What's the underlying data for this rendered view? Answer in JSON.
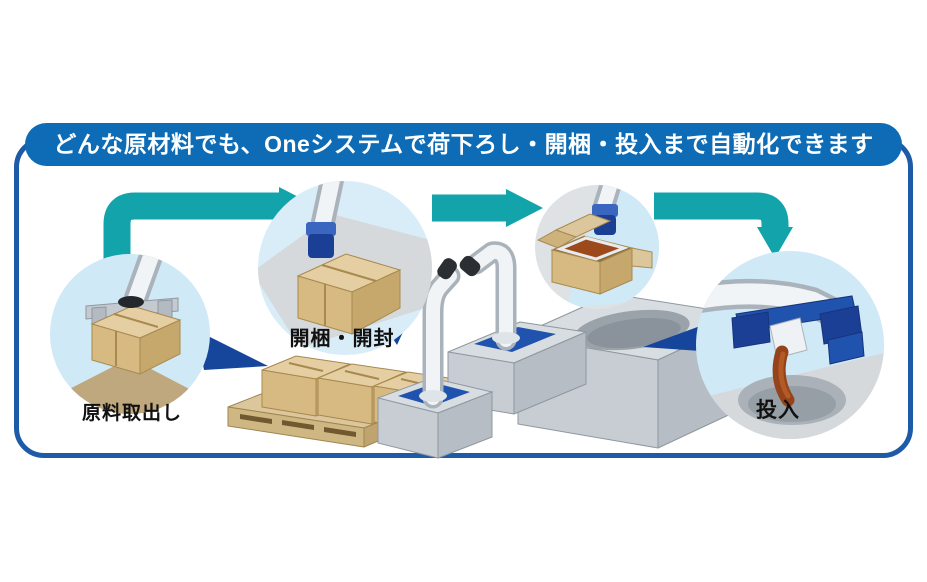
{
  "banner": {
    "text": "どんな原材料でも、Oneシステムで荷下ろし・開梱・投入まで自動化できます"
  },
  "steps": [
    {
      "label": "原料取出し"
    },
    {
      "label": "開梱・開封"
    },
    {
      "label": "投入"
    }
  ],
  "icons": {
    "flow_arrows": "teal-flow-arrow",
    "callouts": "navy-zoom-callout-triangle",
    "vignettes": [
      "robot-picking-box",
      "robot-opening-box",
      "opened-box-with-material",
      "robot-pouring-into-hopper"
    ],
    "scene": [
      "pallet-with-boxes",
      "robot-arm-on-pedestal",
      "robot-arm-on-machine",
      "machine-with-hopper"
    ]
  },
  "colors": {
    "banner_blue": "#0d6cb5",
    "frame_blue": "#1e5ba6",
    "arrow_teal": "#12a3ab",
    "callout_navy": "#16459c",
    "circle_light_blue": "#cfe9f7",
    "floor_grey": "#d5d9dc",
    "cardboard": "#e5cfa2",
    "material_brown": "#9c4a1c",
    "robot_white": "#f1f4f6",
    "machine_grey": "#c7cdd3",
    "tool_blue": "#2053ad"
  }
}
